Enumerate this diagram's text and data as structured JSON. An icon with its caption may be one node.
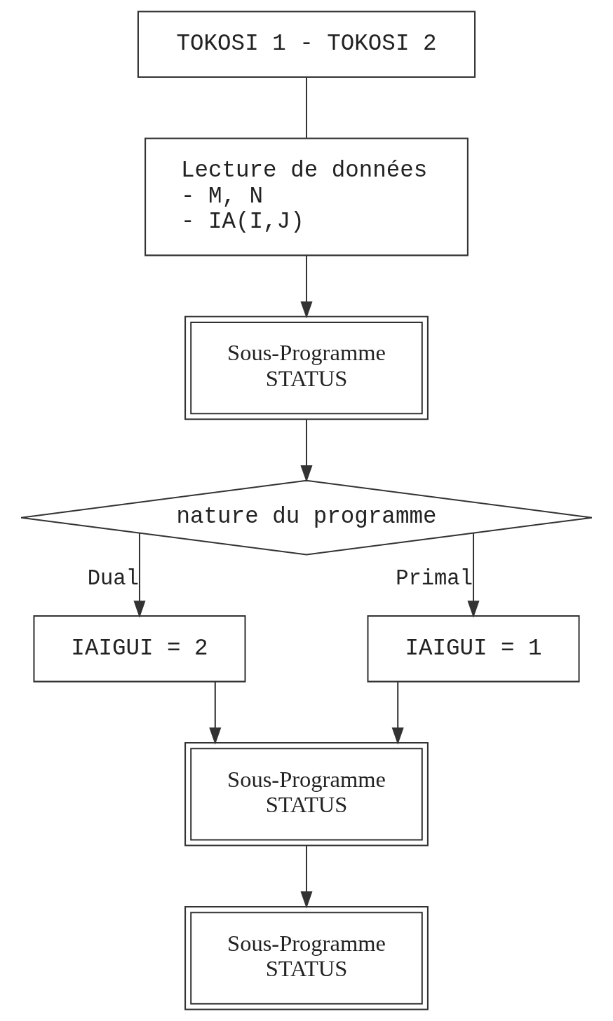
{
  "diagram": {
    "nodes": [
      {
        "text": [
          "TOKOSI 1 - TOKOSI 2"
        ]
      },
      {
        "text": [
          "Lecture de données",
          "- M, N",
          "- IA(I,J)"
        ]
      },
      {
        "text": [
          "Sous-Programme STATUS"
        ]
      },
      {
        "text": [
          "nature du programme"
        ]
      },
      {
        "text": [
          "IAIGUI = 2"
        ]
      },
      {
        "text": [
          "IAIGUI = 1"
        ]
      },
      {
        "text": [
          "Sous-Programme STATUS"
        ]
      },
      {
        "text": [
          "Sous-Programme STATUS"
        ]
      }
    ],
    "edges": [
      {
        "from": 0,
        "to": 1,
        "arrow": "none"
      },
      {
        "from": 1,
        "to": 2,
        "arrow": "to"
      },
      {
        "from": 2,
        "to": 3,
        "arrow": "to"
      },
      {
        "from": 3,
        "to": 4,
        "arrow": "to",
        "label": "Dual"
      },
      {
        "from": 3,
        "to": 5,
        "arrow": "to",
        "label": "Primal"
      },
      {
        "from": 4,
        "to": 6,
        "arrow": "to"
      },
      {
        "from": 5,
        "to": 6,
        "arrow": "to"
      },
      {
        "from": 6,
        "to": 7,
        "arrow": "to"
      }
    ]
  }
}
